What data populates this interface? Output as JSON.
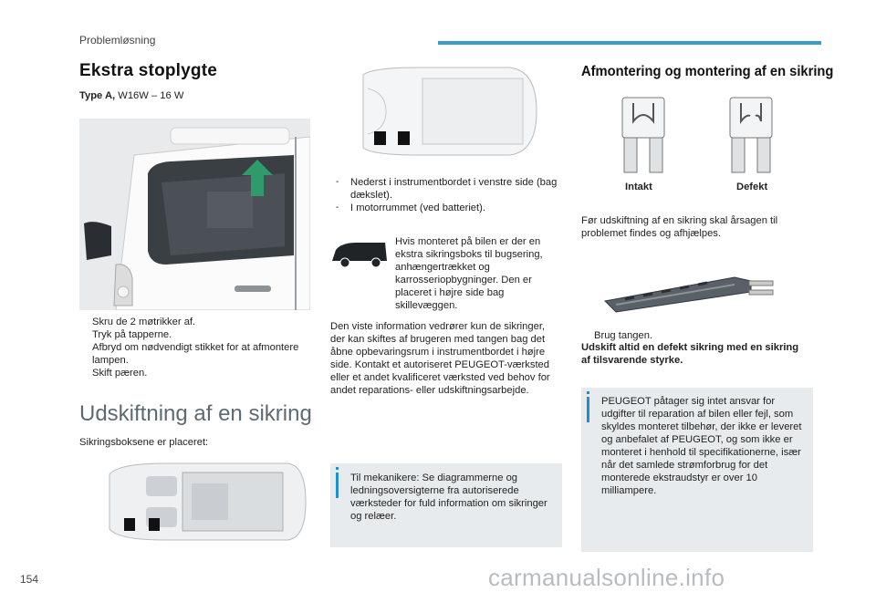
{
  "header": {
    "section": "Problemløsning"
  },
  "left": {
    "title": "Ekstra stoplygte",
    "type_prefix": "Type A,",
    "type_value": " W16W – 16 W",
    "steps": [
      "Skru de 2 møtrikker af.",
      "Tryk på tapperne.",
      "Afbryd om nødvendigt stikket for at afmontere lampen.",
      "Skift pæren."
    ],
    "bullet_glyph": "",
    "section2_title": "Udskiftning af en sikring",
    "fuse_location_intro": "Sikringsboksene er placeret:"
  },
  "middle": {
    "locations": [
      "Nederst i instrumentbordet i venstre side (bag dækslet).",
      "I motorrummet (ved batteriet)."
    ],
    "dash_glyph": "-",
    "extra_box_text": "Hvis monteret på bilen er der en ekstra sikringsboks til bugsering, anhængertrækket og karrosseriopbygninger. Den er placeret i højre side bag skillevæggen.",
    "info_paragraph": "Den viste information vedrører kun de sikringer, der kan skiftes af brugeren med tangen bag det åbne opbevaringsrum i instrumentbordet i højre side. Kontakt et autoriseret PEUGEOT-værksted eller et andet kvalificeret værksted ved behov for andet reparations- eller udskiftningsarbejde.",
    "note": "Til mekanikere: Se diagrammerne og ledningsoversigterne fra autoriserede værksteder for fuld information om sikringer og relæer."
  },
  "right": {
    "title": "Afmontering og montering af en sikring",
    "fuse_labels": [
      "Intakt",
      "Defekt"
    ],
    "intro": "Før udskiftning af en sikring skal årsagen til problemet findes og afhjælpes.",
    "tong_step": "Brug tangen.",
    "warning": "Udskift altid en defekt sikring med en sikring af tilsvarende styrke.",
    "note": "PEUGEOT påtager sig intet ansvar for udgifter til reparation af bilen eller fejl, som skyldes monteret tilbehør, der ikke er leveret og anbefalet af PEUGEOT, og som ikke er monteret i henhold til specifikationerne, især når det samlede strømforbrug for det monterede ekstraudstyr er over 10 milliampere."
  },
  "footer": {
    "page_number": "154",
    "watermark": "carmanualsonline.info"
  },
  "colors": {
    "accent": "#3b9bd1",
    "info": "#1f8fd0",
    "panel": "#e8ebed",
    "arrow": "#2f9a6a"
  }
}
